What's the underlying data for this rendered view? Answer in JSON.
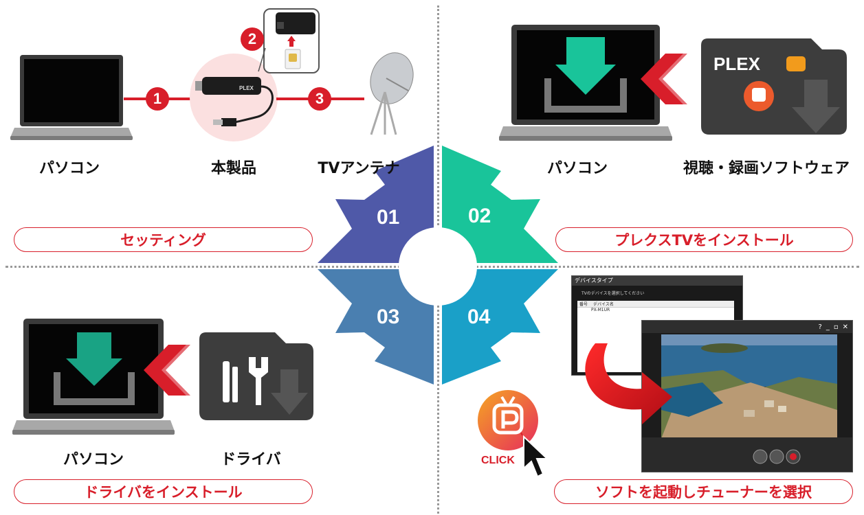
{
  "steps": {
    "s01": {
      "number": "01",
      "title": "セッティング"
    },
    "s02": {
      "number": "02",
      "title": "プレクスTVをインストール"
    },
    "s03": {
      "number": "03",
      "title": "ドライバをインストール"
    },
    "s04": {
      "number": "04",
      "title": "ソフトを起動しチューナーを選択"
    }
  },
  "setting": {
    "pc_label": "パソコン",
    "product_label": "本製品",
    "antenna_label": "TVアンテナ",
    "markers": [
      "1",
      "2",
      "3"
    ],
    "device_brand": "PLEX"
  },
  "install_plex": {
    "pc_label": "パソコン",
    "software_label": "視聴・録画ソフトウェア",
    "logo_text": "PLEX"
  },
  "install_driver": {
    "pc_label": "パソコン",
    "driver_label": "ドライバ"
  },
  "launch": {
    "click_label": "CLICK",
    "dialog_title": "デバイスタイプ",
    "dialog_prompt": "TVのデバイスを選択してください",
    "col_number": "番号",
    "col_device": "デバイス名",
    "device_row": "PX-M1UR"
  },
  "colors": {
    "q1": "#4f59a8",
    "q2": "#19c49a",
    "q3": "#4a7fb0",
    "q4": "#1aa0c8",
    "accent": "#d81e2a"
  }
}
